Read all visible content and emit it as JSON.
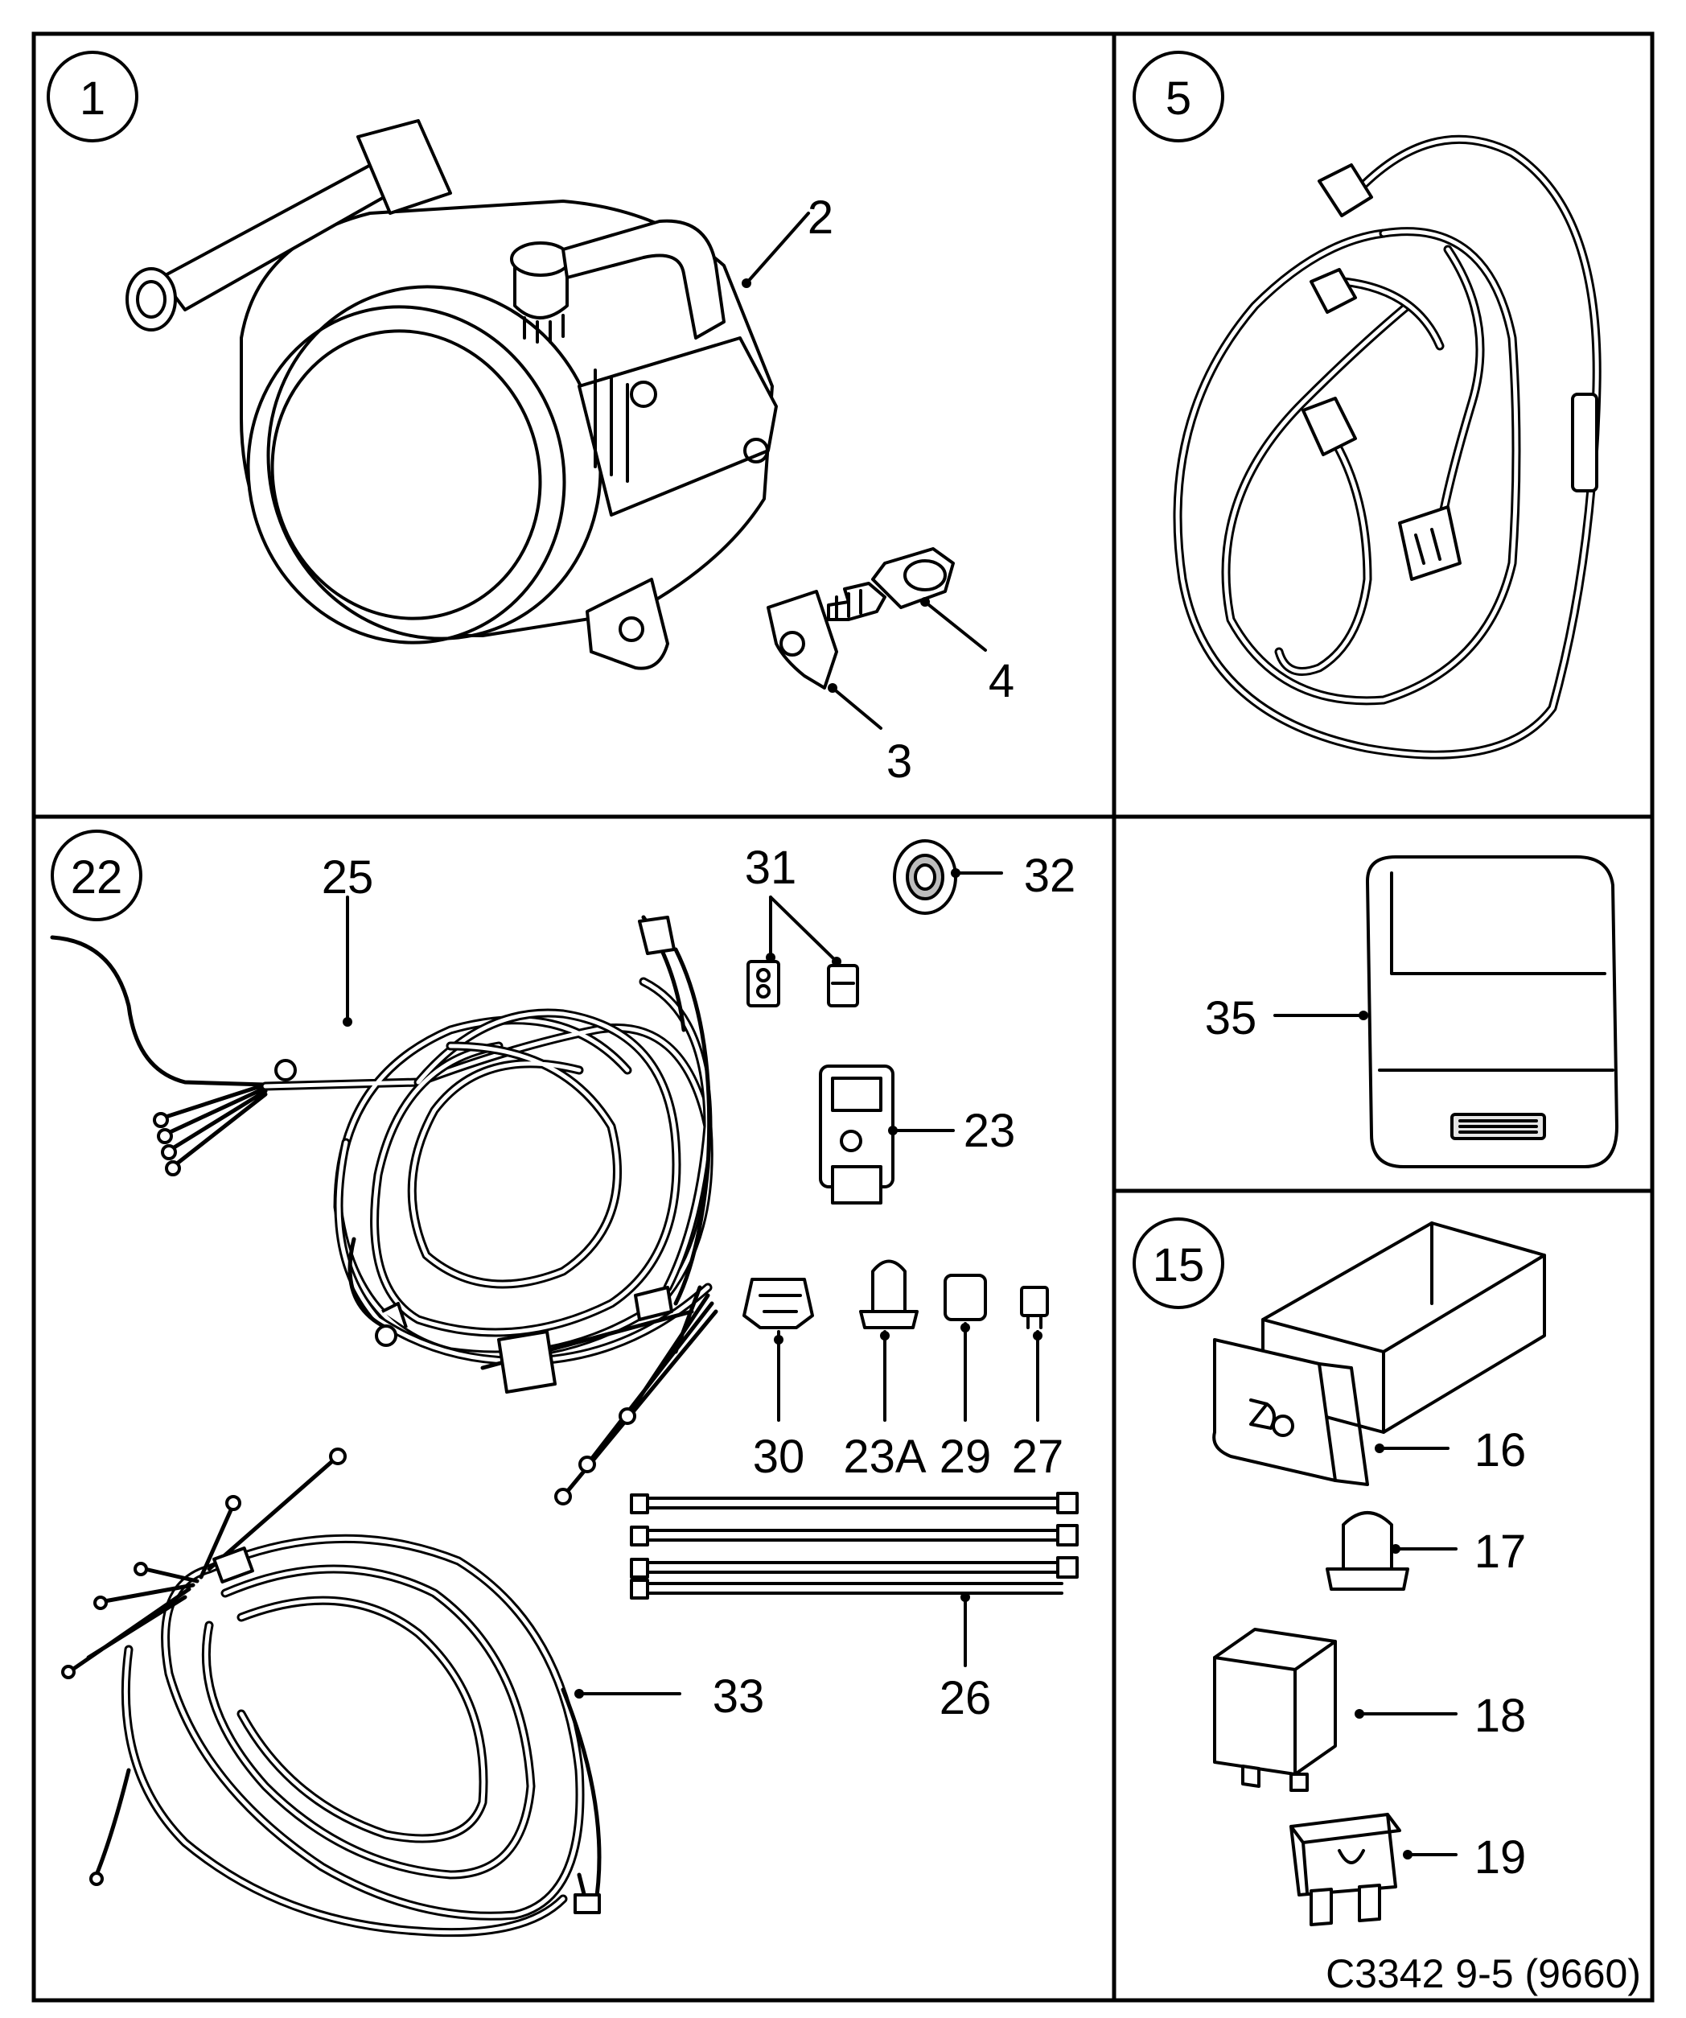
{
  "panels": [
    {
      "id": "1",
      "badge": "1",
      "callouts": [
        "2",
        "3",
        "4"
      ]
    },
    {
      "id": "5",
      "badge": "5",
      "callouts": []
    },
    {
      "id": "22",
      "badge": "22",
      "callouts": [
        "25",
        "31",
        "32",
        "23",
        "30",
        "23A",
        "29",
        "27",
        "26",
        "33"
      ]
    },
    {
      "id": "35",
      "badge": "",
      "callouts": [
        "35"
      ]
    },
    {
      "id": "15",
      "badge": "15",
      "callouts": [
        "16",
        "17",
        "18",
        "19"
      ]
    }
  ],
  "caption": "C3342 9-5 (9660)"
}
